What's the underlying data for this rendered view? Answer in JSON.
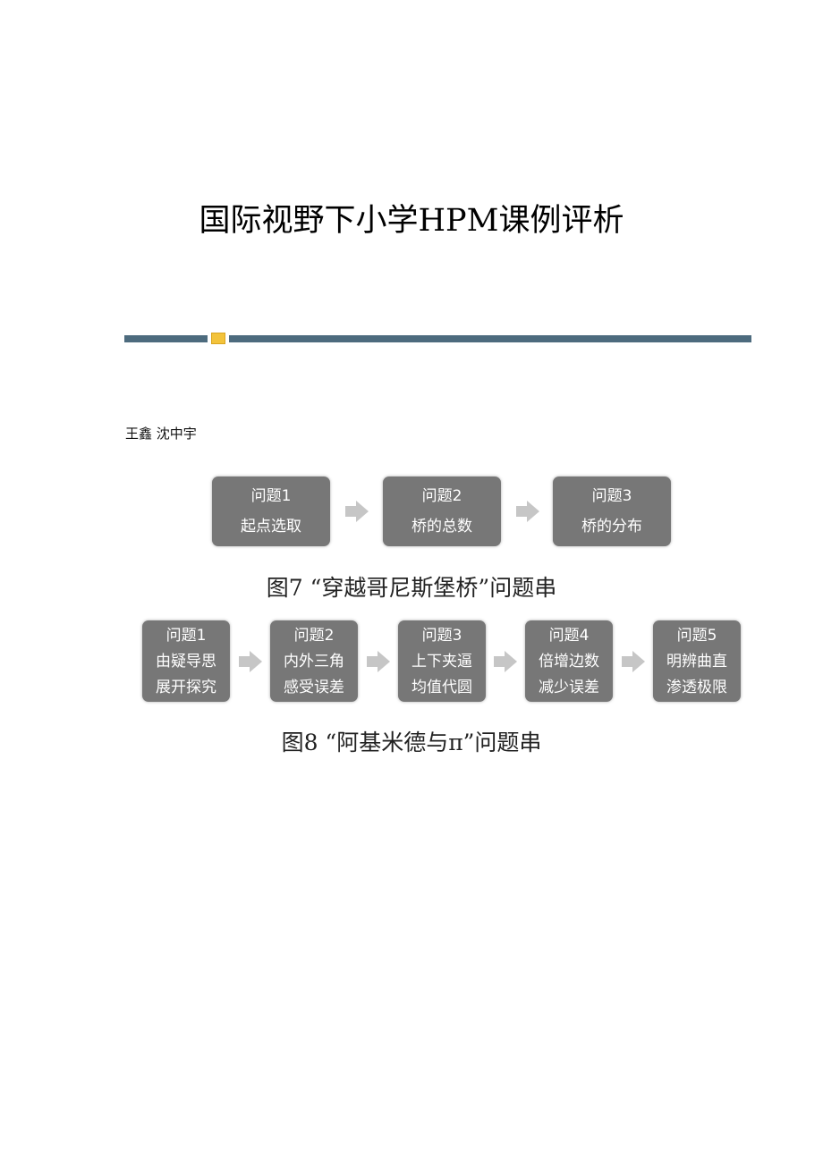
{
  "title": "国际视野下小学HPM课例评析",
  "authors": "王鑫  沈中宇",
  "figure7": {
    "boxes": [
      {
        "line1": "问题1",
        "line2": "起点选取"
      },
      {
        "line1": "问题2",
        "line2": "桥的总数"
      },
      {
        "line1": "问题3",
        "line2": "桥的分布"
      }
    ],
    "caption": "图7 “穿越哥尼斯堡桥”问题串"
  },
  "figure8": {
    "boxes": [
      {
        "line1": "问题1",
        "line2": "由疑导思",
        "line3": "展开探究"
      },
      {
        "line1": "问题2",
        "line2": "内外三角",
        "line3": "感受误差"
      },
      {
        "line1": "问题3",
        "line2": "上下夹逼",
        "line3": "均值代圆"
      },
      {
        "line1": "问题4",
        "line2": "倍增边数",
        "line3": "减少误差"
      },
      {
        "line1": "问题5",
        "line2": "明辨曲直",
        "line3": "渗透极限"
      }
    ],
    "caption": "图8 “阿基米德与π”问题串"
  }
}
